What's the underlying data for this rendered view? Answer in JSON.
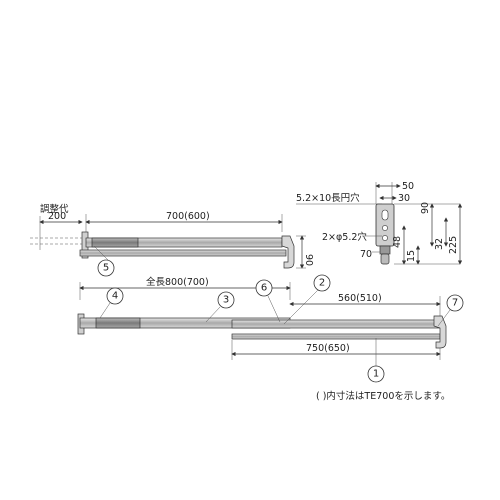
{
  "labels": {
    "adjust": "調整代",
    "dim_200": "200",
    "dim_700_600": "700(600)",
    "dim_90_top": "90",
    "dim_total": "全長800(700)",
    "dim_560_510": "560(510)",
    "dim_750_650": "750(650)",
    "hole_slot": "5.2×10長円穴",
    "hole_round": "2×φ5.2穴",
    "dim_50": "50",
    "dim_30": "30",
    "dim_90_side": "90",
    "dim_70": "70",
    "dim_48": "48",
    "dim_15": "15",
    "dim_32": "32",
    "dim_225": "225",
    "note": "(   )内寸法はTE700を示します。"
  },
  "parts": [
    "1",
    "2",
    "3",
    "4",
    "5",
    "6",
    "7"
  ]
}
